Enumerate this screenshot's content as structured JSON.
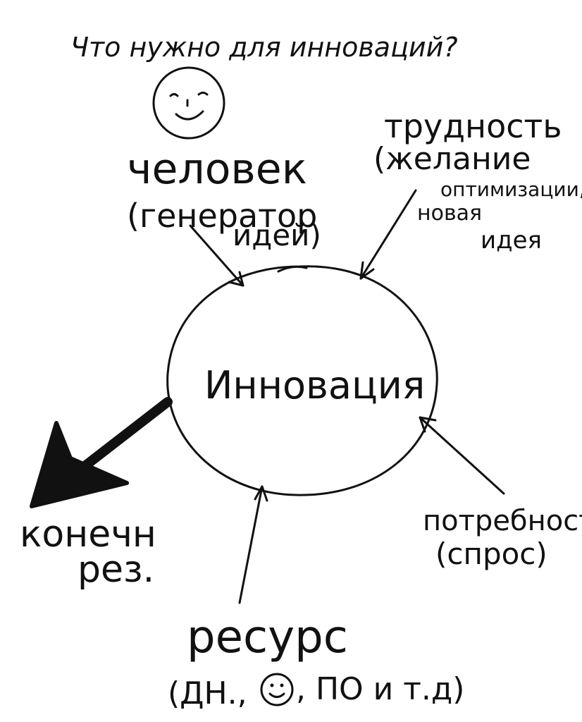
{
  "title": "Что нужно для инноваций?",
  "center": "Инновация",
  "nodes": {
    "person": {
      "line1": "человек",
      "line2": "(генератор",
      "line3": "идей)"
    },
    "difficulty": {
      "line1": "трудность",
      "line2": "(желание",
      "line3": "оптимизации,",
      "line4": "новая",
      "line5": "идея"
    },
    "need": {
      "line1": "потребность",
      "line2": "(спрос)"
    },
    "resource": {
      "line1": "ресурс",
      "line2": "(ДН.,",
      "line3": ", ПО и т.д)"
    },
    "result": {
      "line1": "конечн",
      "line2": "рез."
    }
  }
}
